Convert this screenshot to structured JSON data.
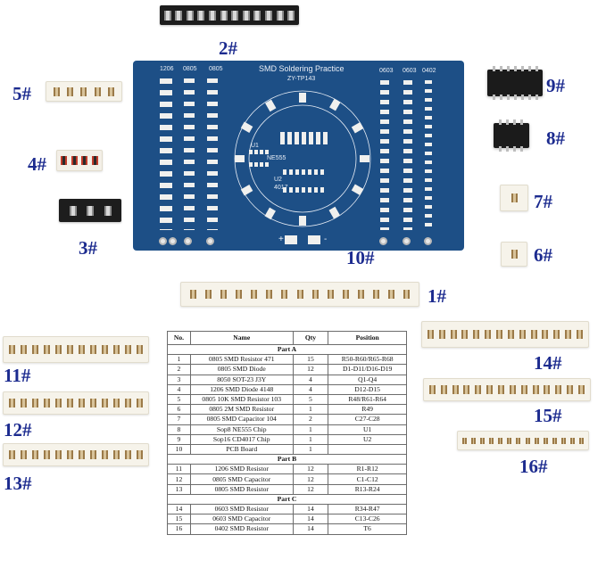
{
  "labels": {
    "l1": "1#",
    "l2": "2#",
    "l3": "3#",
    "l4": "4#",
    "l5": "5#",
    "l6": "6#",
    "l7": "7#",
    "l8": "8#",
    "l9": "9#",
    "l10": "10#",
    "l11": "11#",
    "l12": "12#",
    "l13": "13#",
    "l14": "14#",
    "l15": "15#",
    "l16": "16#"
  },
  "pcb": {
    "title": "SMD Soldering Practice",
    "model": "ZY-TP143",
    "col_1206": "1206",
    "col_0805a": "0805",
    "col_0805b": "0805",
    "col_0603a": "0603",
    "col_0603b": "0603",
    "col_0402": "0402",
    "u1": "U1",
    "ne555": "NE555",
    "u2": "U2",
    "cd4017": "4017",
    "plus": "+",
    "minus": "-"
  },
  "table": {
    "headers": {
      "no": "No.",
      "name": "Name",
      "qty": "Qty",
      "position": "Position"
    },
    "part_a": "Part A",
    "part_b": "Part B",
    "part_c": "Part C",
    "rows_a": [
      {
        "no": "1",
        "name": "0805 SMD Resistor 471",
        "qty": "15",
        "position": "R50-R60/R65-R68"
      },
      {
        "no": "2",
        "name": "0805 SMD Diode",
        "qty": "12",
        "position": "D1-D11/D16-D19"
      },
      {
        "no": "3",
        "name": "8050 SOT-23    J3Y",
        "qty": "4",
        "position": "Q1-Q4"
      },
      {
        "no": "4",
        "name": "1206 SMD Diode 4148",
        "qty": "4",
        "position": "D12-D15"
      },
      {
        "no": "5",
        "name": "0805 10K SMD Resistor 103",
        "qty": "5",
        "position": "R48/R61-R64"
      },
      {
        "no": "6",
        "name": "0805 2M SMD Resistor",
        "qty": "1",
        "position": "R49"
      },
      {
        "no": "7",
        "name": "0805 SMD Capacitor 104",
        "qty": "2",
        "position": "C27-C28"
      },
      {
        "no": "8",
        "name": "Sop8 NE555 Chip",
        "qty": "1",
        "position": "U1"
      },
      {
        "no": "9",
        "name": "Sop16 CD4017 Chip",
        "qty": "1",
        "position": "U2"
      },
      {
        "no": "10",
        "name": "PCB Board",
        "qty": "1",
        "position": ""
      }
    ],
    "rows_b": [
      {
        "no": "11",
        "name": "1206 SMD Resistor",
        "qty": "12",
        "position": "R1-R12"
      },
      {
        "no": "12",
        "name": "0805 SMD Capacitor",
        "qty": "12",
        "position": "C1-C12"
      },
      {
        "no": "13",
        "name": "0805 SMD Resistor",
        "qty": "12",
        "position": "R13-R24"
      }
    ],
    "rows_c": [
      {
        "no": "14",
        "name": "0603 SMD Resistor",
        "qty": "14",
        "position": "R34-R47"
      },
      {
        "no": "15",
        "name": "0603 SMD Capacitor",
        "qty": "14",
        "position": "C13-C26"
      },
      {
        "no": "16",
        "name": "0402 SMD Resistor",
        "qty": "14",
        "position": "T6"
      }
    ]
  }
}
